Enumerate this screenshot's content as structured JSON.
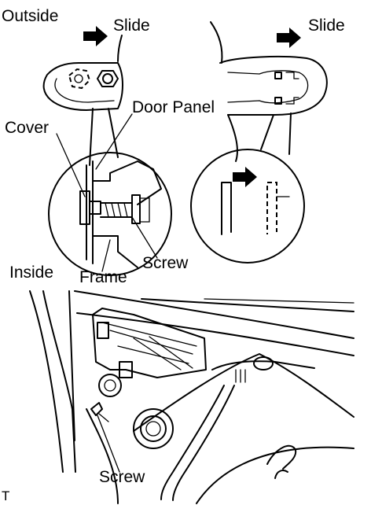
{
  "labels": {
    "outside": "Outside",
    "slide_left": "Slide",
    "slide_right": "Slide",
    "door_panel": "Door Panel",
    "cover": "Cover",
    "screw_upper": "Screw",
    "inside": "Inside",
    "frame": "Frame",
    "screw_lower": "Screw",
    "corner_mark": "T"
  },
  "icons": {
    "slide_arrow": "right-arrow-icon",
    "detail_arrow": "right-arrow-icon"
  }
}
